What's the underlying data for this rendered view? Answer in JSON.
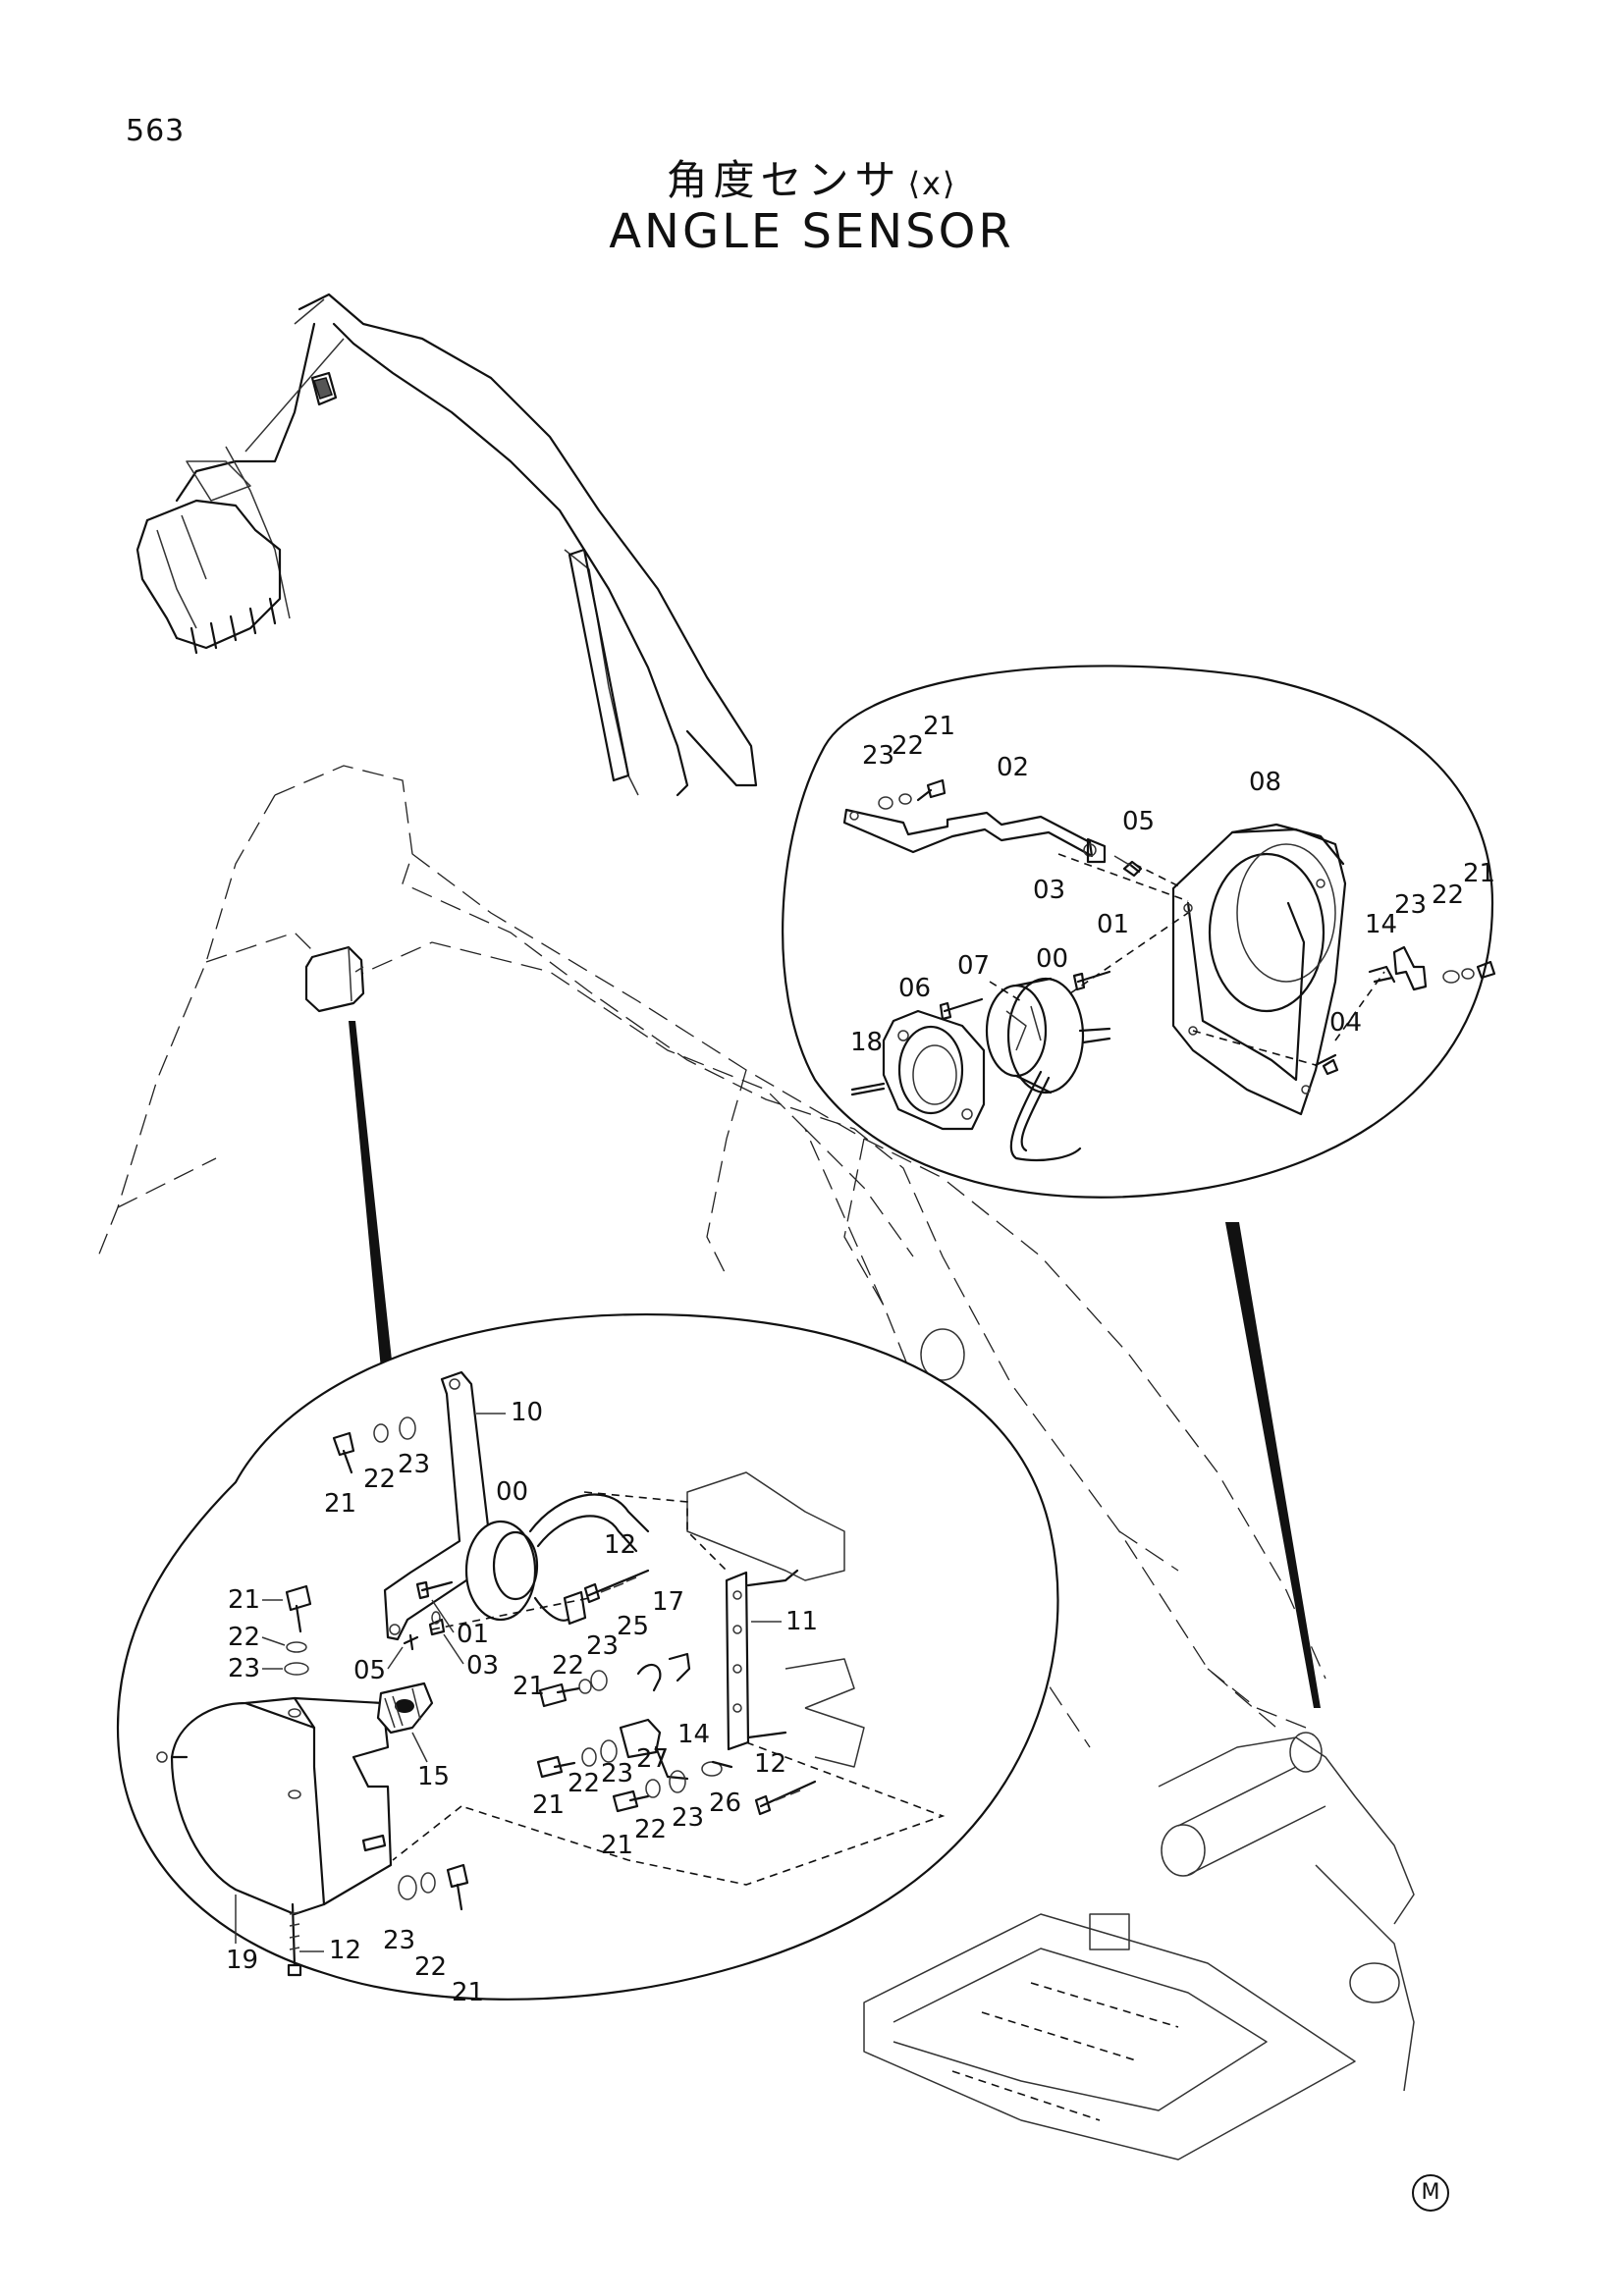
{
  "page": {
    "number": "563",
    "title_jp": "角度センサ",
    "title_jp_suffix": "⟨x⟩",
    "title_en": "ANGLE SENSOR",
    "footer_mark": "M"
  },
  "callouts": {
    "upper_detail": [
      "23",
      "22",
      "21",
      "02",
      "05",
      "03",
      "08",
      "21",
      "22",
      "23",
      "14",
      "01",
      "00",
      "07",
      "06",
      "18",
      "04"
    ],
    "lower_detail": [
      "10",
      "21",
      "22",
      "23",
      "00",
      "21",
      "22",
      "23",
      "05",
      "01",
      "03",
      "12",
      "23",
      "25",
      "17",
      "11",
      "21",
      "22",
      "15",
      "14",
      "21",
      "22",
      "23",
      "27",
      "26",
      "12",
      "21",
      "22",
      "23",
      "19",
      "12",
      "23",
      "22",
      "21"
    ]
  }
}
